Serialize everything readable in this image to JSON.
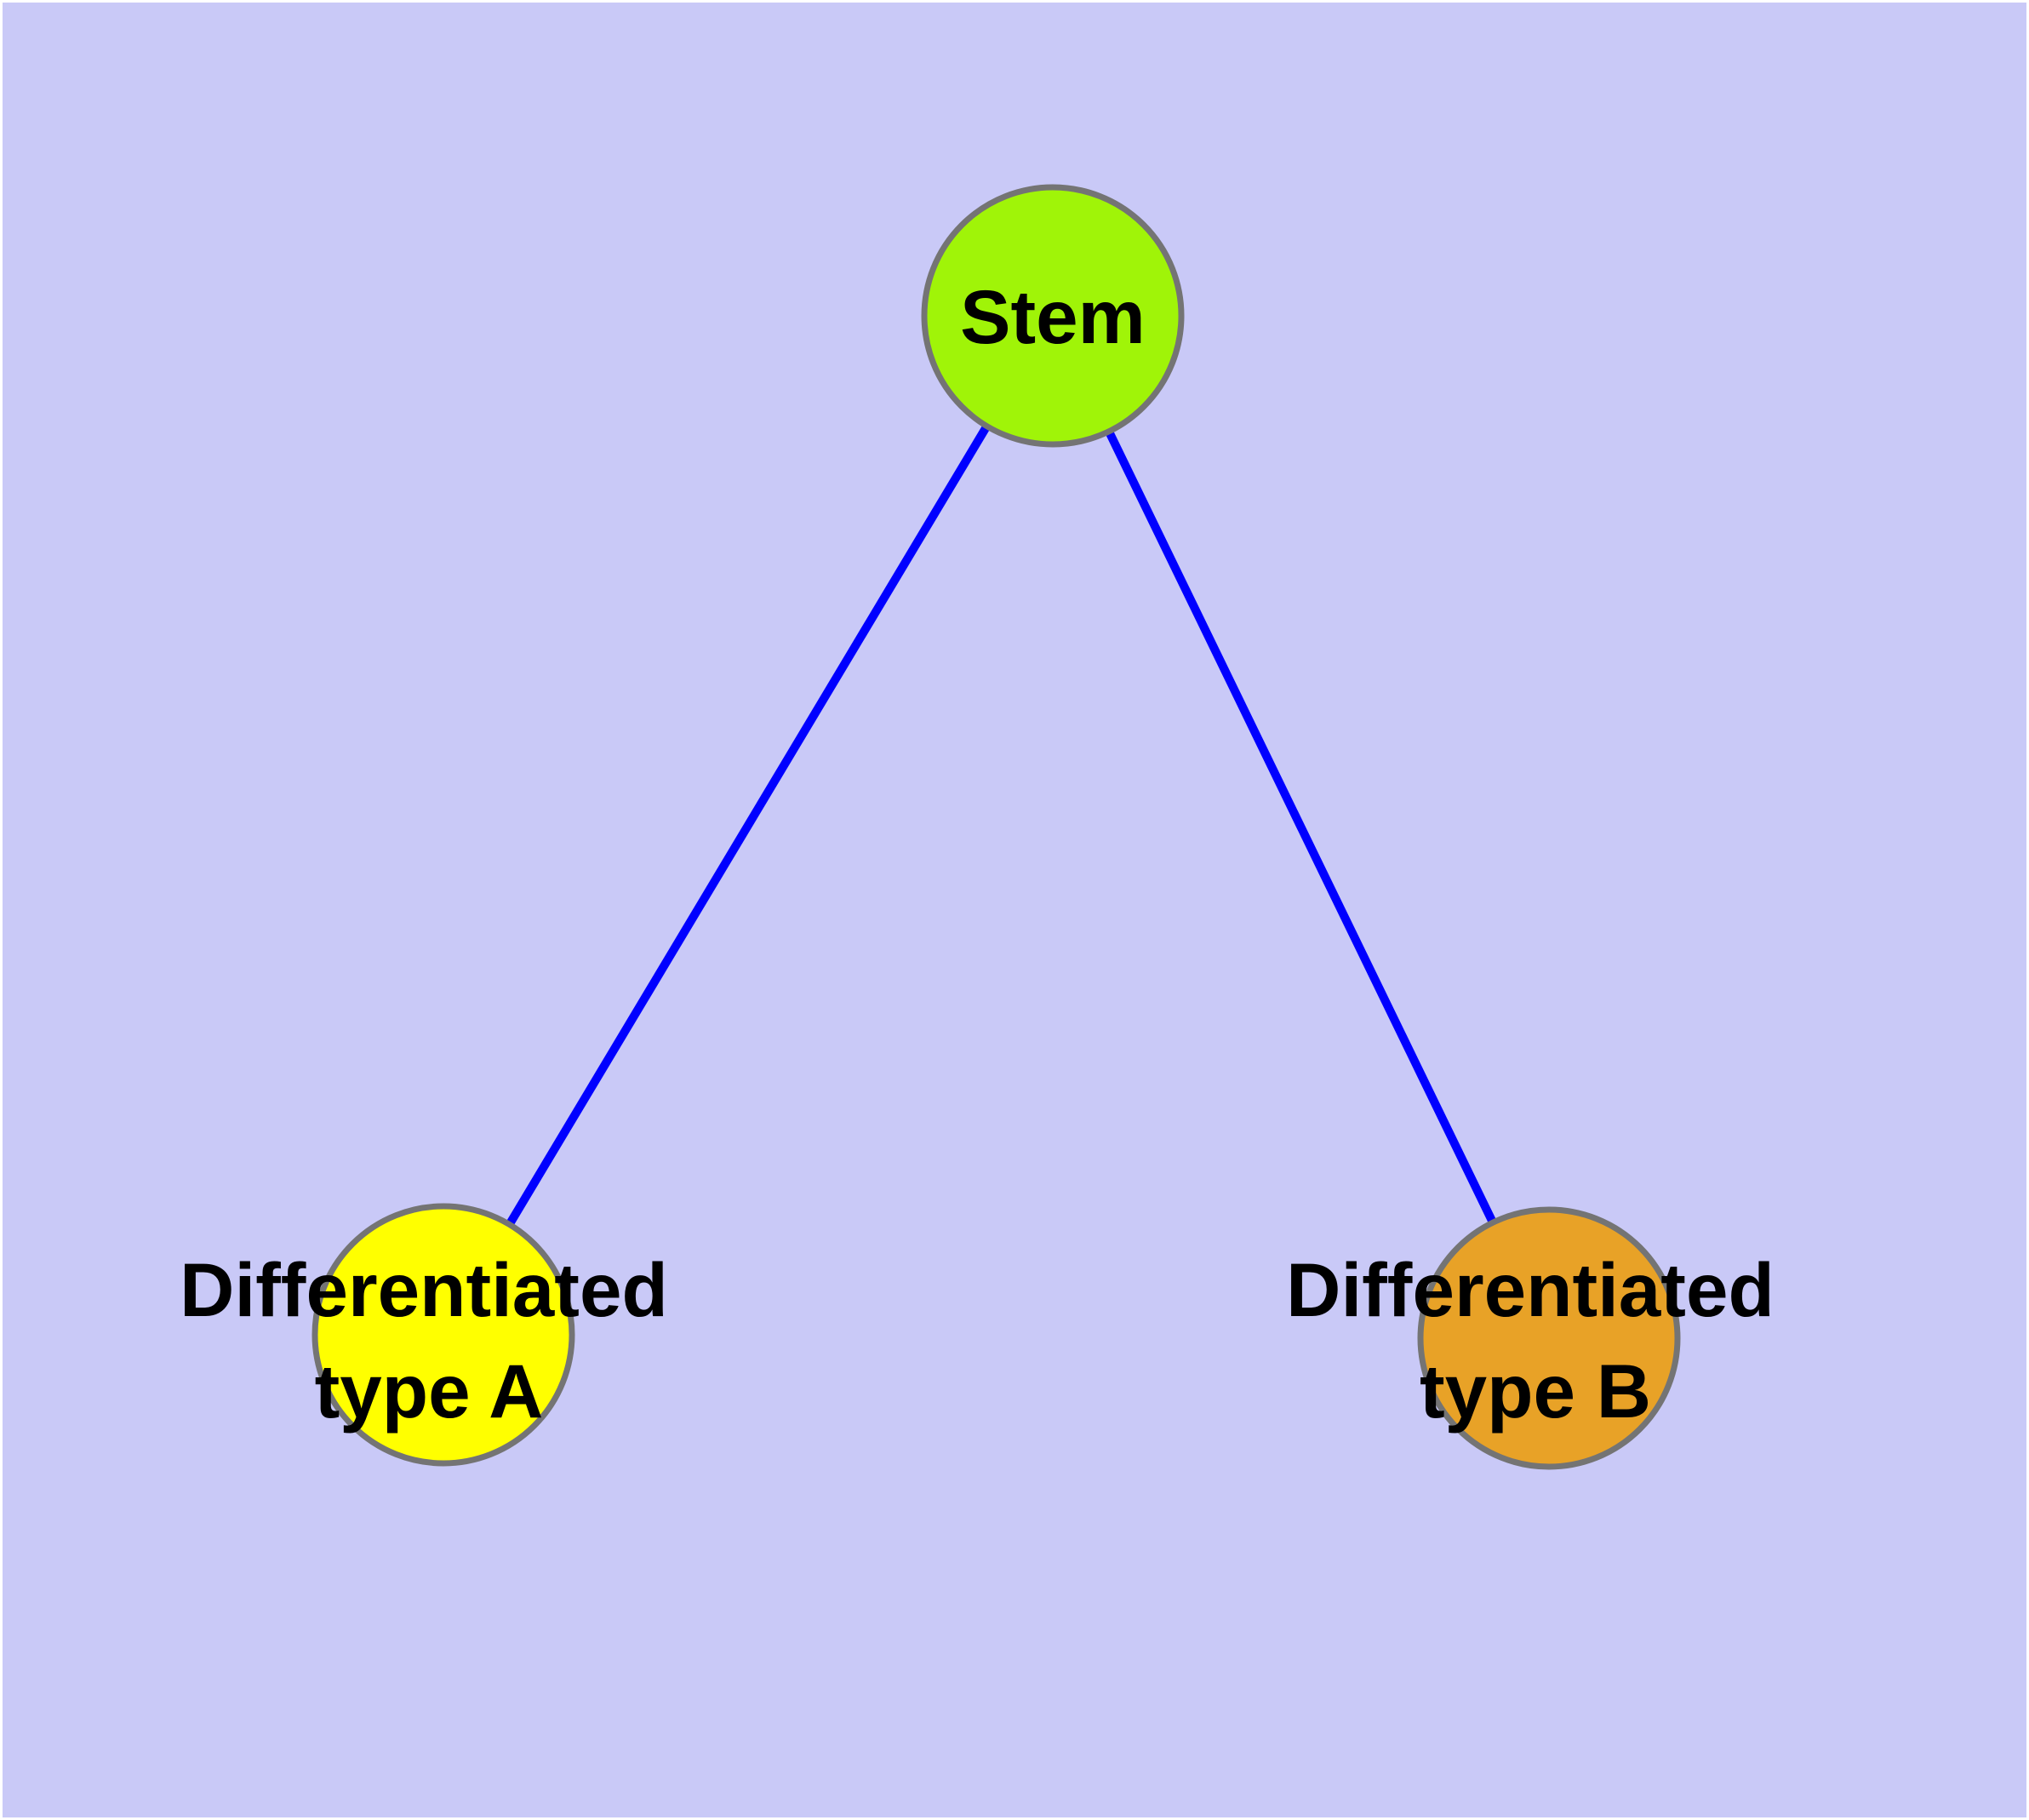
{
  "diagram": {
    "title": "stem cell differentiation graph",
    "background_color": "#c9c9f7",
    "page_background": "#ffffff",
    "edge_color": "#0000ff",
    "node_border_color": "#747474",
    "label_color": "#000000",
    "nodes": {
      "stem": {
        "label": "Stem",
        "fill": "#a0f408"
      },
      "type_a": {
        "label_line1": "Differentiated",
        "label_line2": "type A",
        "fill": "#ffff00"
      },
      "type_b": {
        "label_line1": "Differentiated",
        "label_line2": "type B",
        "fill": "#e8a227"
      }
    },
    "edges": [
      {
        "from": "stem",
        "to": "type_a"
      },
      {
        "from": "stem",
        "to": "type_b"
      }
    ]
  }
}
